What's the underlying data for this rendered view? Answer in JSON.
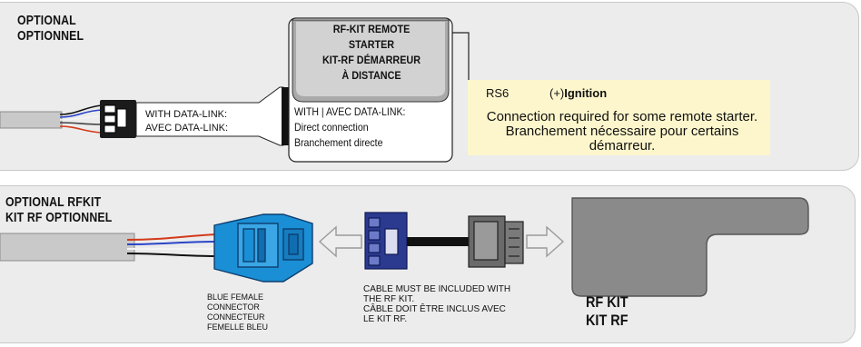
{
  "colors": {
    "panel": "#ececec",
    "note_bg": "#fdf6cc",
    "connector_blue": "#1a8fd6",
    "connector_navy": "#2b3a8f",
    "rf_kit_gray": "#8a8a8a",
    "wire_red": "#d33a1a",
    "wire_blue": "#2a45c8",
    "wire_black": "#111111",
    "wire_white": "#ffffff"
  },
  "optional_panel": {
    "heading_line1": "OPTIONAL",
    "heading_line2": "OPTIONNEL",
    "datalink_en": "WITH DATA-LINK:",
    "datalink_fr": "AVEC DATA-LINK:",
    "module_line1": "RF-KIT REMOTE",
    "module_line2": "STARTER",
    "module_line3": "KIT-RF DÉMARREUR",
    "module_line4": "À DISTANCE",
    "module_note_line1": "WITH | AVEC DATA-LINK:",
    "module_note_line2": "Direct connection",
    "module_note_line3": "Branchement directe",
    "rs_pin": "RS6",
    "rs_function_prefix": "(+)",
    "rs_function": "Ignition",
    "rs_note": "Connection required for some remote starter. Branchement nécessaire pour certains démarreur."
  },
  "rfkit_panel": {
    "heading_line1": "OPTIONAL RFKIT",
    "heading_line2": "KIT RF OPTIONNEL",
    "connector_line1": "BLUE FEMALE",
    "connector_line2": "CONNECTOR",
    "connector_line3": "CONNECTEUR",
    "connector_line4": "FEMELLE BLEU",
    "cable_line1": "CABLE MUST BE INCLUDED WITH",
    "cable_line2": "THE RF KIT.",
    "cable_line3": "CÂBLE DOIT ÊTRE INCLUS AVEC",
    "cable_line4": "LE KIT RF.",
    "rfkit_line1": "RF KIT",
    "rfkit_line2": "KIT RF"
  }
}
